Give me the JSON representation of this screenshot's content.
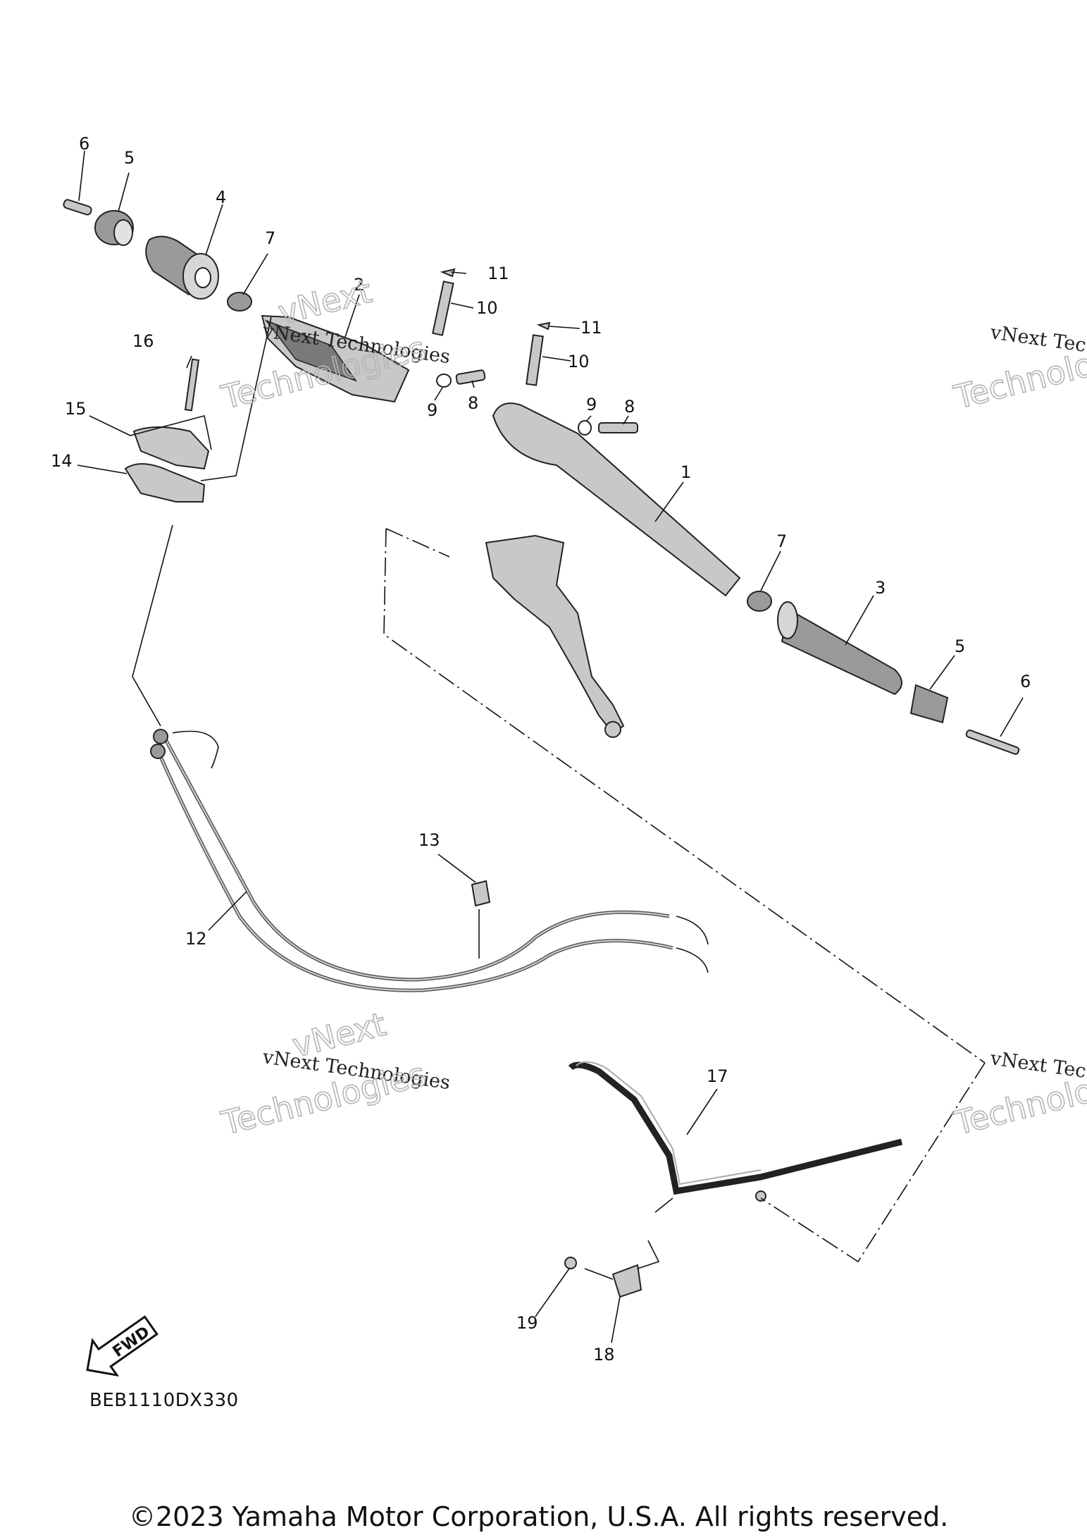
{
  "callouts": {
    "c1": "1",
    "c2": "2",
    "c3": "3",
    "c4": "4",
    "c5a": "5",
    "c5b": "5",
    "c6a": "6",
    "c6b": "6",
    "c7a": "7",
    "c7b": "7",
    "c8a": "8",
    "c8b": "8",
    "c9a": "9",
    "c9b": "9",
    "c10a": "10",
    "c10b": "10",
    "c11a": "11",
    "c11b": "11",
    "c12": "12",
    "c13": "13",
    "c14": "14",
    "c15": "15",
    "c16": "16",
    "c17": "17",
    "c18": "18",
    "c19": "19"
  },
  "watermark": {
    "line1": "vNext Technologies",
    "line2": "vNext",
    "line3": "Technologies",
    "line_right": "vNext Tec"
  },
  "fwd_label": "FWD",
  "diagram_code": "BEB1110DX330",
  "copyright": "©2023 Yamaha Motor Corporation, U.S.A. All rights reserved."
}
